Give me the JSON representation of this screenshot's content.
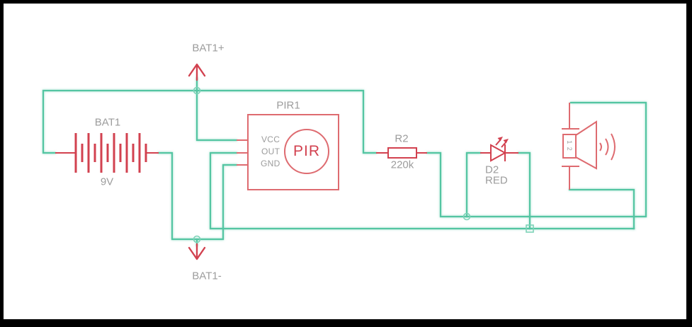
{
  "colors": {
    "wire": "#54c5a2",
    "junction": "#7ed3b8",
    "component": "#d2414f",
    "component_light": "#de6b70",
    "label": "#9c9c9c",
    "canvas": "#ffffff",
    "frame": "#000000"
  },
  "schematic": {
    "power": {
      "positive_label": "BAT1+",
      "negative_label": "BAT1-"
    },
    "battery": {
      "ref": "BAT1",
      "value": "9V"
    },
    "pir_sensor": {
      "ref": "PIR1",
      "core": "PIR",
      "pins": [
        {
          "label": "VCC"
        },
        {
          "label": "OUT"
        },
        {
          "label": "GND"
        }
      ]
    },
    "resistor": {
      "ref": "R2",
      "value": "220k"
    },
    "led": {
      "ref": "D2",
      "value": "RED"
    },
    "speaker": {
      "pin_text": "1 2"
    }
  }
}
